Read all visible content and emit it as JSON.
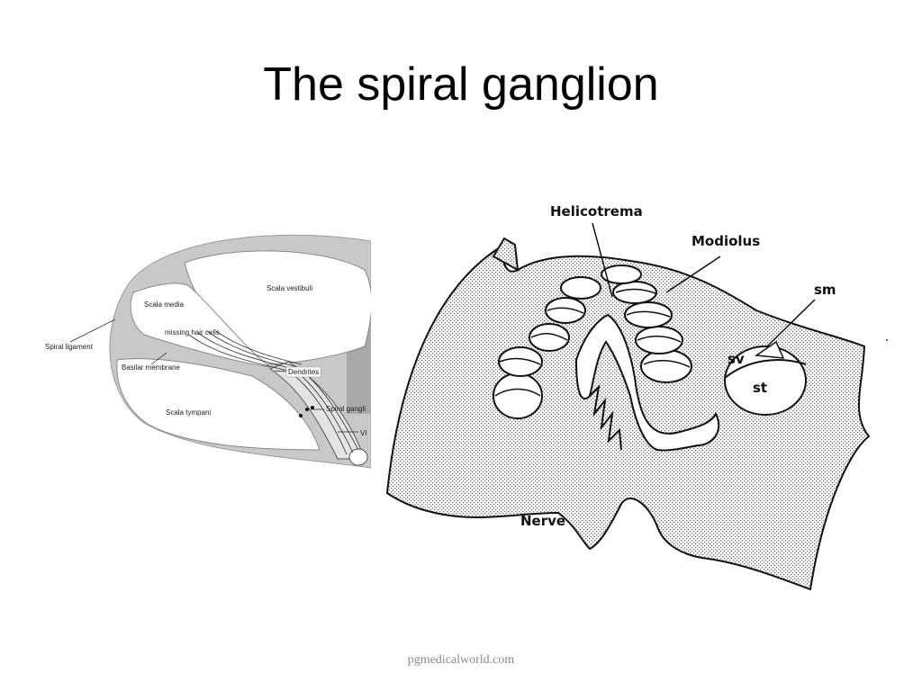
{
  "slide": {
    "title": "The spiral ganglion",
    "footer": "pgmedicalworld.com"
  },
  "left_figure": {
    "labels": {
      "scala_vestibuli": "Scala vestibuli",
      "scala_media": "Scala media",
      "missing_hair_cells": "missing hair cells",
      "spiral_ligament": "Spiral ligament",
      "basilar_membrane": "Basilar membrane",
      "dendrites": "Dendrites",
      "spiral_ganglion": "Spiral gangli",
      "scala_tympani": "Scala tympani",
      "viii": "VI"
    }
  },
  "right_figure": {
    "labels": {
      "helicotrema": "Helicotrema",
      "modiolus": "Modiolus",
      "sm": "sm",
      "sv": "sv",
      "st": "st",
      "nerve": "Nerve"
    }
  },
  "colors": {
    "cross_section_gray": "#c8c8c8",
    "stipple": "#7a7a7a",
    "outline": "#111111"
  }
}
